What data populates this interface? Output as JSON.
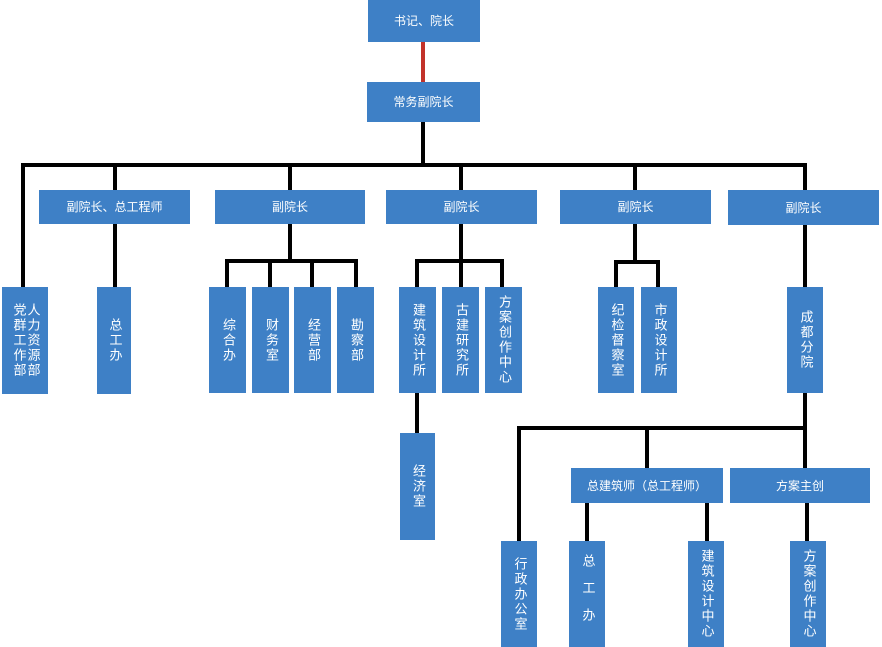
{
  "diagram": {
    "type": "org-chart",
    "colors": {
      "node_fill": "#3E80C6",
      "node_text": "#FFFFFF",
      "connector": "#000000",
      "highlight_connector": "#C2322A"
    }
  },
  "nodes": {
    "root": {
      "label": "书记、院长"
    },
    "exec": {
      "label": "常务副院长"
    },
    "vp1": {
      "label": "副院长、总工程师"
    },
    "vp2": {
      "label": "副院长"
    },
    "vp3": {
      "label": "副院长"
    },
    "vp4": {
      "label": "副院长"
    },
    "vp5": {
      "label": "副院长"
    },
    "dept_party": {
      "label": "党群工作部"
    },
    "dept_hr": {
      "label": "人力资源部"
    },
    "dept_zgb": {
      "label": "总工办"
    },
    "dept_zhb": {
      "label": "综合办"
    },
    "dept_cws": {
      "label": "财务室"
    },
    "dept_jyb": {
      "label": "经营部"
    },
    "dept_kcb": {
      "label": "勘察部"
    },
    "dept_jzsjs": {
      "label": "建筑设计所"
    },
    "dept_gjyjs": {
      "label": "古建研究所"
    },
    "dept_faczzx": {
      "label": "方案创作中心"
    },
    "dept_jjs": {
      "label": "经济室"
    },
    "dept_jjdcs": {
      "label": "纪检督察室"
    },
    "dept_szsjs": {
      "label": "市政设计所"
    },
    "branch_cd": {
      "label": "成都分院"
    },
    "cd_chief": {
      "label": "总建筑师（总工程师）"
    },
    "cd_fazc": {
      "label": "方案主创"
    },
    "cd_xzbgs": {
      "label": "行政办公室"
    },
    "cd_zgb": {
      "label": "总工办"
    },
    "cd_jzsjzx": {
      "label": "建筑设计中心"
    },
    "cd_faczzx": {
      "label": "方案创作中心"
    }
  },
  "edges": [
    {
      "from": "书记、院长",
      "to": "常务副院长",
      "style": "red"
    },
    {
      "from": "常务副院长",
      "to": "党群工作部/人力资源部"
    },
    {
      "from": "常务副院长",
      "to": "副院长、总工程师"
    },
    {
      "from": "常务副院长",
      "to": "副院长 (2)"
    },
    {
      "from": "常务副院长",
      "to": "副院长 (3)"
    },
    {
      "from": "常务副院长",
      "to": "副院长 (4)"
    },
    {
      "from": "常务副院长",
      "to": "副院长 (5)"
    },
    {
      "from": "副院长、总工程师",
      "to": "总工办"
    },
    {
      "from": "副院长 (2)",
      "to": "综合办"
    },
    {
      "from": "副院长 (2)",
      "to": "财务室"
    },
    {
      "from": "副院长 (2)",
      "to": "经营部"
    },
    {
      "from": "副院长 (2)",
      "to": "勘察部"
    },
    {
      "from": "副院长 (3)",
      "to": "建筑设计所"
    },
    {
      "from": "副院长 (3)",
      "to": "古建研究所"
    },
    {
      "from": "副院长 (3)",
      "to": "方案创作中心"
    },
    {
      "from": "建筑设计所",
      "to": "经济室"
    },
    {
      "from": "副院长 (4)",
      "to": "纪检督察室"
    },
    {
      "from": "副院长 (4)",
      "to": "市政设计所"
    },
    {
      "from": "副院长 (5)",
      "to": "成都分院"
    },
    {
      "from": "成都分院",
      "to": "行政办公室"
    },
    {
      "from": "成都分院",
      "to": "总建筑师（总工程师）"
    },
    {
      "from": "成都分院",
      "to": "方案主创"
    },
    {
      "from": "总建筑师（总工程师）",
      "to": "总工办 (成都)"
    },
    {
      "from": "总建筑师（总工程师）",
      "to": "建筑设计中心"
    },
    {
      "from": "方案主创",
      "to": "方案创作中心 (成都)"
    }
  ]
}
